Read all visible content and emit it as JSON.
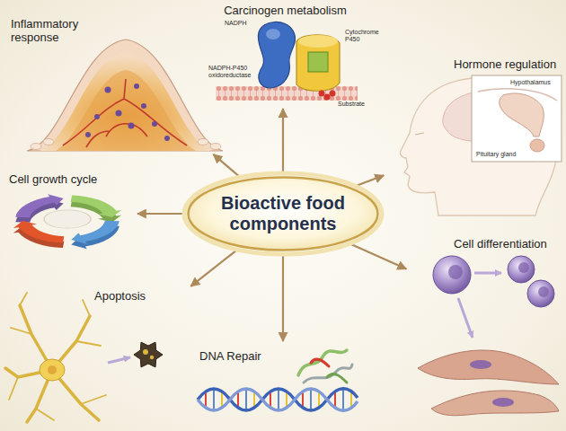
{
  "diagram": {
    "nodes": [
      {
        "text": [
          "Bioactive food components"
        ]
      },
      {
        "text": [
          "Inflammatory response"
        ]
      },
      {
        "text": [
          "Carcinogen metabolism"
        ]
      },
      {
        "text": [
          "Hormone regulation"
        ]
      },
      {
        "text": [
          "Cell growth cycle"
        ]
      },
      {
        "text": [
          "Cell differentiation"
        ]
      },
      {
        "text": [
          "Apoptosis"
        ]
      },
      {
        "text": [
          "DNA Repair"
        ]
      }
    ],
    "edges": [
      {
        "from": 0,
        "to": 1,
        "arrow": "to"
      },
      {
        "from": 0,
        "to": 2,
        "arrow": "to"
      },
      {
        "from": 0,
        "to": 3,
        "arrow": "to"
      },
      {
        "from": 0,
        "to": 4,
        "arrow": "to"
      },
      {
        "from": 0,
        "to": 5,
        "arrow": "to"
      },
      {
        "from": 0,
        "to": 6,
        "arrow": "to"
      },
      {
        "from": 0,
        "to": 7,
        "arrow": "to"
      }
    ],
    "labels": [
      "NADPH",
      "NADPH-P450 oxidoreductase",
      "Cytochrome P450",
      "Substrate",
      "Hypothalamus",
      "Pituitary gland"
    ]
  }
}
